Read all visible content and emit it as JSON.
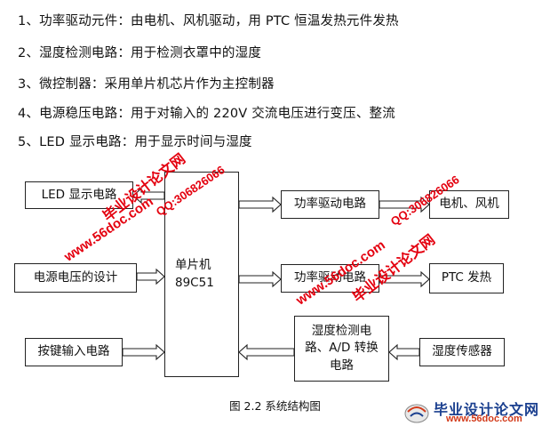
{
  "lines": [
    "1、功率驱动元件：由电机、风机驱动，用 PTC 恒温发热元件发热",
    "2、湿度检测电路：用于检测衣罩中的湿度",
    "3、微控制器：采用单片机芯片作为主控制器",
    "4、电源稳压电路：用于对输入的 220V 交流电压进行变压、整流",
    "5、LED 显示电路：用于显示时间与湿度"
  ],
  "diagram": {
    "led": "LED 显示电路",
    "power_design": "电源电压的设计",
    "keys": "按键输入电路",
    "mcu_line1": "单片机",
    "mcu_line2": "89C51",
    "drive1": "功率驱动电路",
    "drive2": "功率驱动电路",
    "motor": "电机、风机",
    "ptc": "PTC 发热",
    "hum_line1": "湿度检测电",
    "hum_line2": "路、A/D 转换",
    "hum_line3": "电路",
    "sensor": "湿度传感器"
  },
  "caption": "图 2.2  系统结构图",
  "watermarks": {
    "site": "www.56doc.com",
    "name": "毕业设计论文网",
    "qq": "QQ:306826066"
  },
  "logo": {
    "title": "毕业设计论文网",
    "url": "www.56doc.com"
  },
  "colors": {
    "watermark": "#e4000f",
    "logo_title": "#1a3f8f",
    "logo_url": "#d23a1a"
  }
}
